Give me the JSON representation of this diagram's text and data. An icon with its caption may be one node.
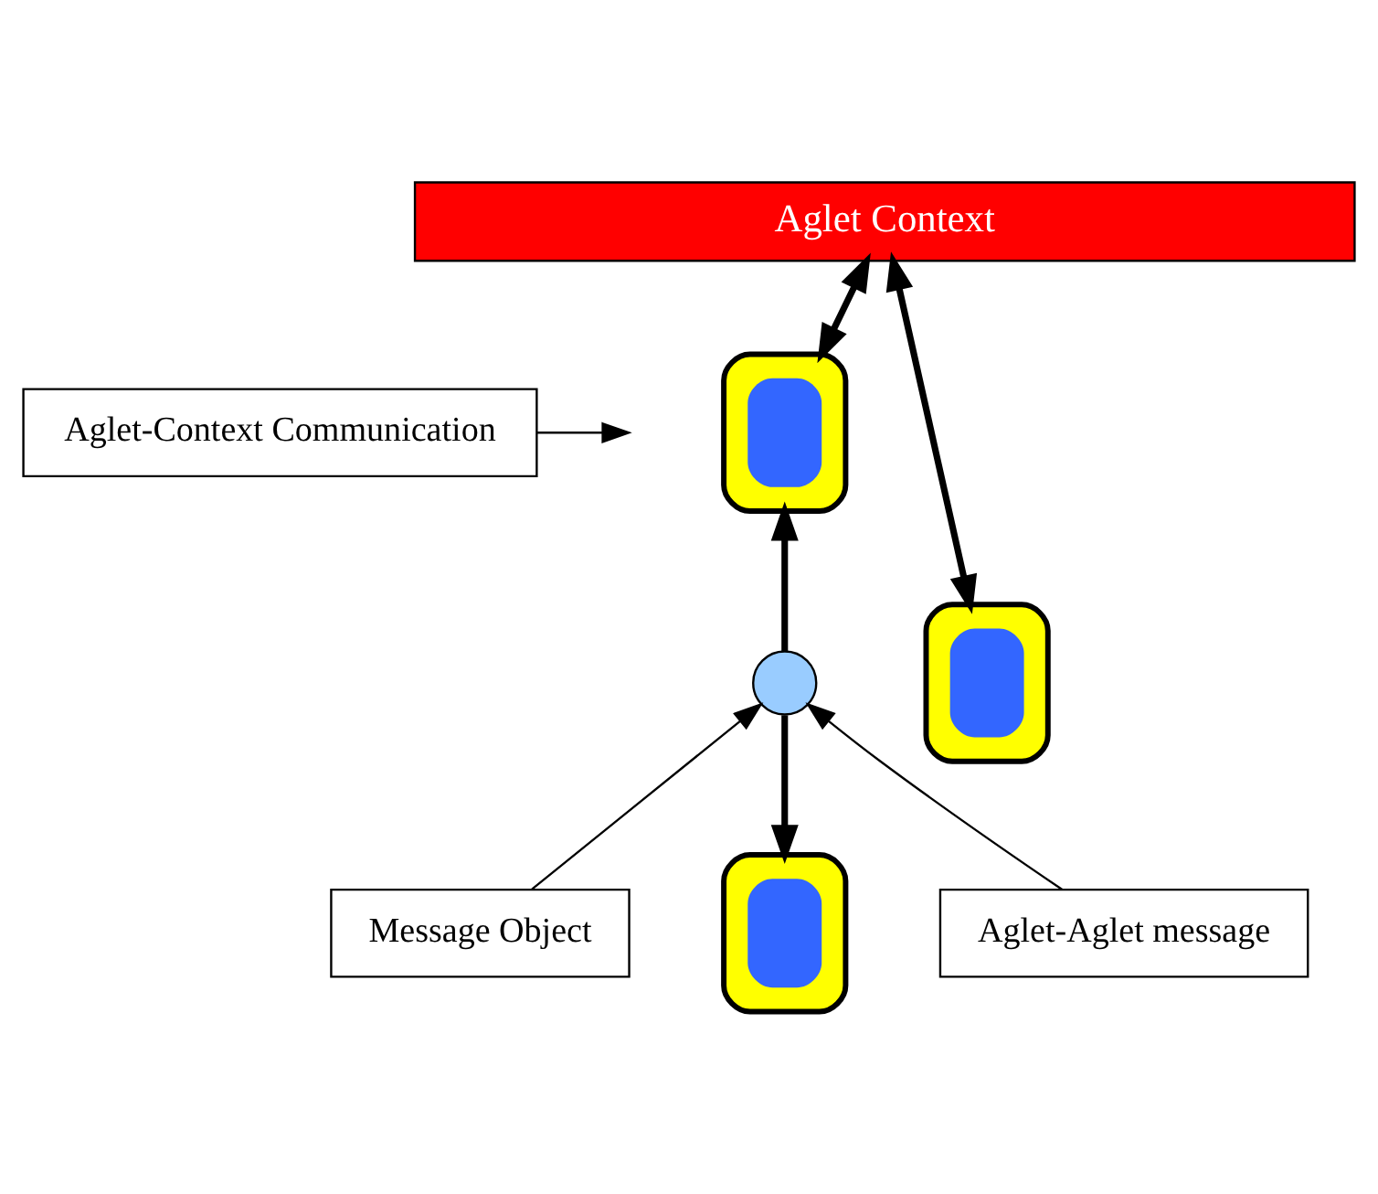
{
  "diagram": {
    "nodes": [
      {
        "text": [
          "Aglet Context"
        ]
      },
      {
        "text": [
          "Aglet-Context Communication"
        ]
      },
      {
        "text": [],
        "shape": "box"
      },
      {
        "text": [],
        "shape": "box"
      },
      {
        "text": [],
        "shape": "circle"
      },
      {
        "text": [
          "Message Object"
        ]
      },
      {
        "text": [],
        "shape": "box"
      },
      {
        "text": [
          "Aglet-Aglet message"
        ]
      }
    ],
    "edges": [
      {
        "from": 0,
        "to": 3,
        "arrow": "both"
      },
      {
        "from": 0,
        "to": 2,
        "arrow": "both"
      },
      {
        "from": 1,
        "to": null,
        "arrow": "to"
      },
      {
        "from": 4,
        "to": 2,
        "arrow": "to"
      },
      {
        "from": 4,
        "to": 6,
        "arrow": "to"
      },
      {
        "from": 5,
        "to": 4,
        "arrow": "to"
      },
      {
        "from": 7,
        "to": 4,
        "arrow": "to"
      }
    ]
  }
}
